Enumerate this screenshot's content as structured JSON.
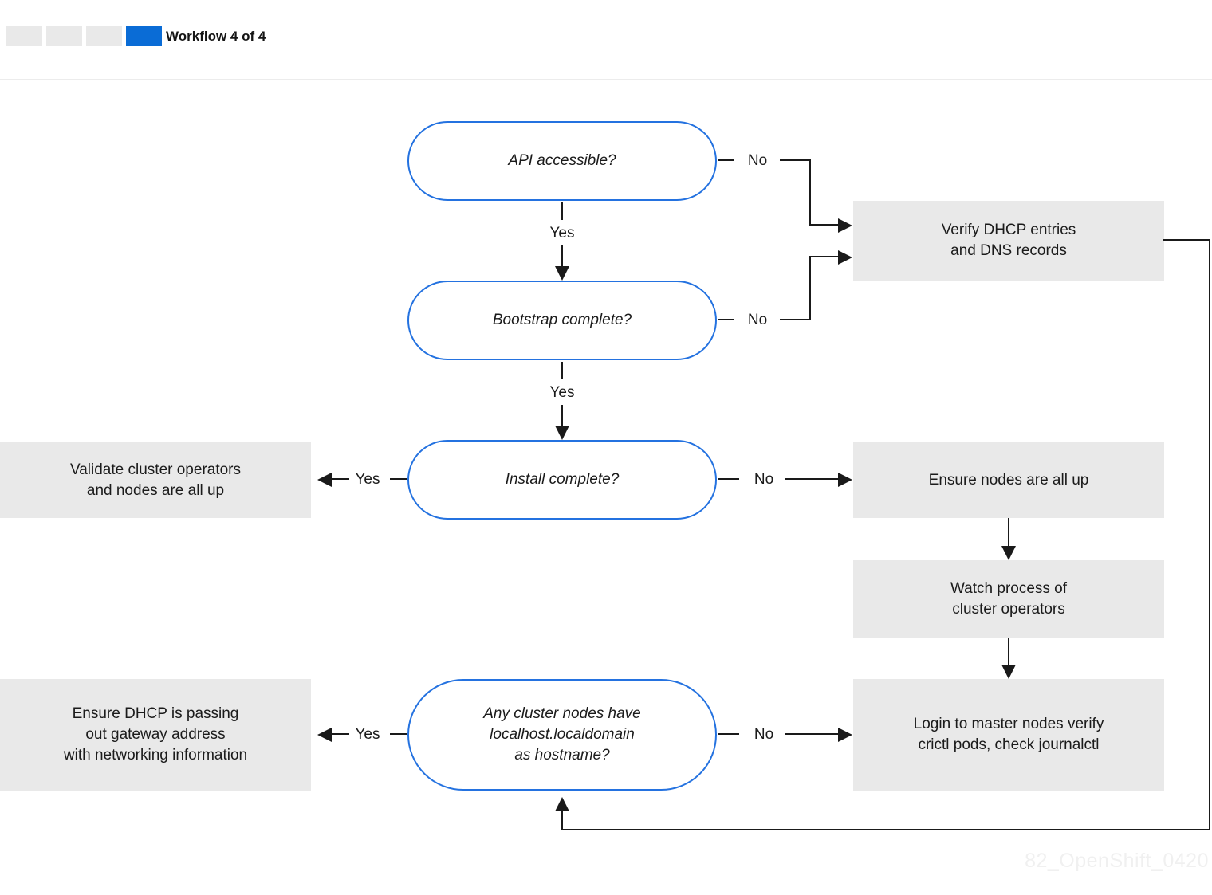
{
  "header": {
    "workflow_label": "Workflow 4 of 4",
    "steps_total": 4,
    "current_step": 4
  },
  "nodes": {
    "api_accessible": "API accessible?",
    "bootstrap_complete": "Bootstrap complete?",
    "install_complete": "Install complete?",
    "hostname_check": "Any cluster nodes have\nlocalhost.localdomain\nas hostname?",
    "verify_dhcp": "Verify DHCP entries\nand DNS records",
    "validate_cluster": "Validate cluster operators\nand nodes are all up",
    "ensure_nodes": "Ensure nodes are all up",
    "watch_process": "Watch process of\ncluster operators",
    "ensure_dhcp": "Ensure DHCP is passing\nout gateway address\nwith networking information",
    "login_master": "Login to master nodes verify\ncrictl pods, check journalctl"
  },
  "edge_labels": {
    "api_yes": "Yes",
    "api_no": "No",
    "bootstrap_yes": "Yes",
    "bootstrap_no": "No",
    "install_yes": "Yes",
    "install_no": "No",
    "hostname_yes": "Yes",
    "hostname_no": "No"
  },
  "watermark": "82_OpenShift_0420",
  "colors": {
    "accent_blue": "#0a6cd6",
    "decision_border_blue": "#2472e0",
    "action_box_gray": "#e9e9e9",
    "connector_black": "#1a1a1a",
    "watermark_gray": "#f0f0f0"
  }
}
